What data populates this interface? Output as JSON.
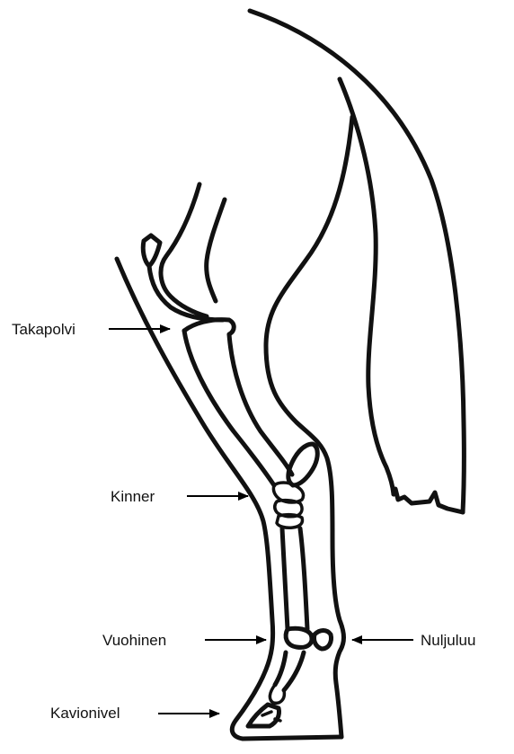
{
  "labels": {
    "takapolvi": "Takapolvi",
    "kinner": "Kinner",
    "vuohinen": "Vuohinen",
    "nuljuluu": "Nuljuluu",
    "kavionivel": "Kavionivel"
  },
  "colors": {
    "ink": "#111111",
    "background": "#ffffff"
  }
}
